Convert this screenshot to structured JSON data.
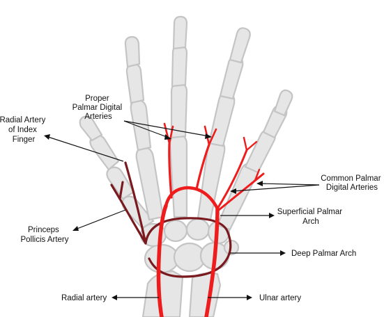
{
  "labels": {
    "proper_palmar_digital_arteries": [
      "Proper",
      "Palmar Digital",
      "Arteries"
    ],
    "radial_artery_index_finger": [
      "Radial Artery",
      "of Index",
      "Finger"
    ],
    "common_palmar_digital_arteries": [
      "Common Palmar",
      "Digital Arteries"
    ],
    "superficial_palmar_arch": [
      "Superficial Palmar",
      "Arch"
    ],
    "princeps_pollicis_artery": [
      "Princeps",
      "Pollicis Artery"
    ],
    "deep_palmar_arch": "Deep Palmar Arch",
    "radial_artery": "Radial artery",
    "ulnar_artery": "Ulnar artery"
  },
  "colors": {
    "superficial_artery": "#ee1c1c",
    "deep_artery": "#7a1a1f",
    "bone_fill": "#e6e6e6",
    "bone_outline": "#c4c4c4",
    "label_text": "#111111"
  }
}
